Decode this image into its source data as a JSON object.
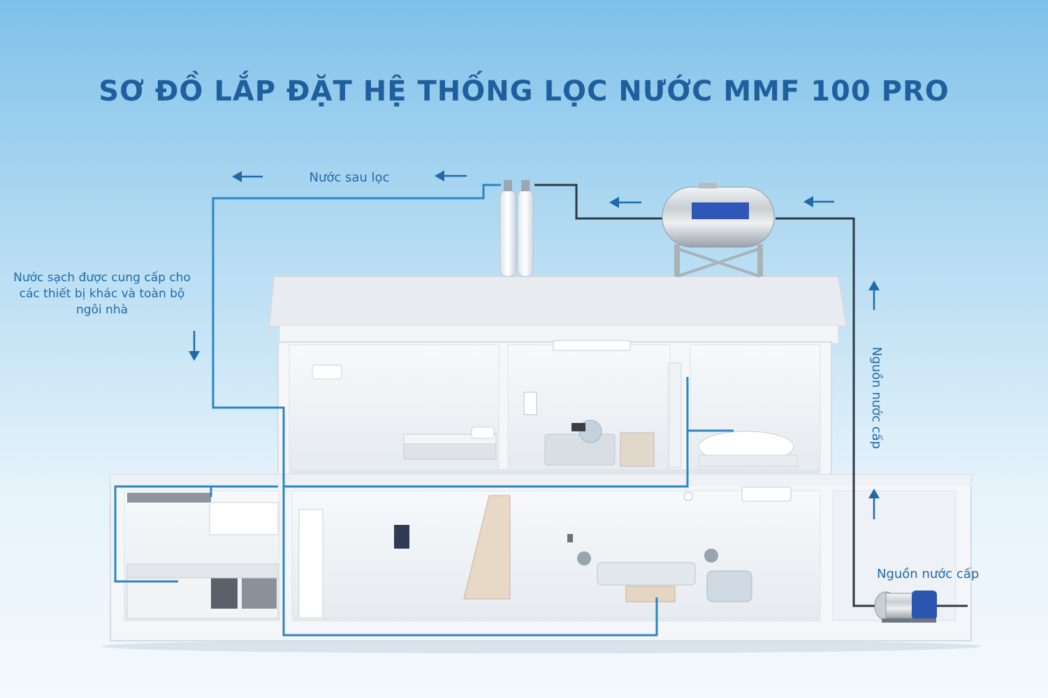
{
  "title": "SƠ ĐỒ LẮP ĐẶT HỆ THỐNG LỌC NƯỚC MMF 100 PRO",
  "labels": {
    "after_filter": "Nước sau lọc",
    "clean_water_supply": "Nước sạch được cung cấp cho các thiết bị khác và toàn bộ ngôi nhà",
    "source_vertical": "Nguồn nước cấp",
    "source_bottom": "Nguồn nước cấp"
  },
  "colors": {
    "title": "#1f5f9e",
    "text": "#1f6aa8",
    "clean_pipe": "#2b86c5",
    "raw_pipe": "#2f3a44",
    "arrow": "#1f6aa8",
    "tank_panel": "#2f57b8"
  },
  "icons": [
    "left-arrow-icon",
    "up-arrow-icon",
    "down-arrow-icon",
    "water-tank-icon",
    "filter-column-icon",
    "water-pump-icon"
  ]
}
